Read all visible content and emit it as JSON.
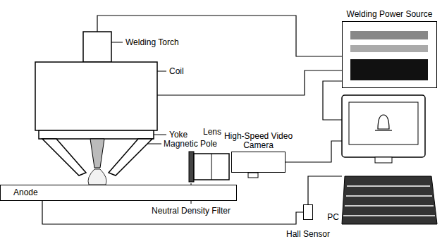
{
  "diagram": {
    "nodes": [
      {
        "text": [
          "Welding Power Source"
        ]
      },
      {
        "text": [
          "PC"
        ]
      },
      {
        "text": [
          "High-Speed Video Camera"
        ]
      },
      {
        "text": [
          "Anode"
        ]
      },
      {
        "text": [
          "Hall Sensor"
        ]
      }
    ],
    "edges": [
      {
        "from": 3,
        "to": 4,
        "arrow": "none"
      },
      {
        "from": 4,
        "to": 1,
        "arrow": "none"
      },
      {
        "from": 2,
        "to": 1,
        "arrow": "none"
      },
      {
        "from": 0,
        "to": 1,
        "arrow": "none"
      }
    ],
    "labels": [
      "Welding Torch",
      "Coil",
      "Yoke",
      "Magnetic Pole",
      "Lens",
      "Neutral Density Filter"
    ]
  }
}
